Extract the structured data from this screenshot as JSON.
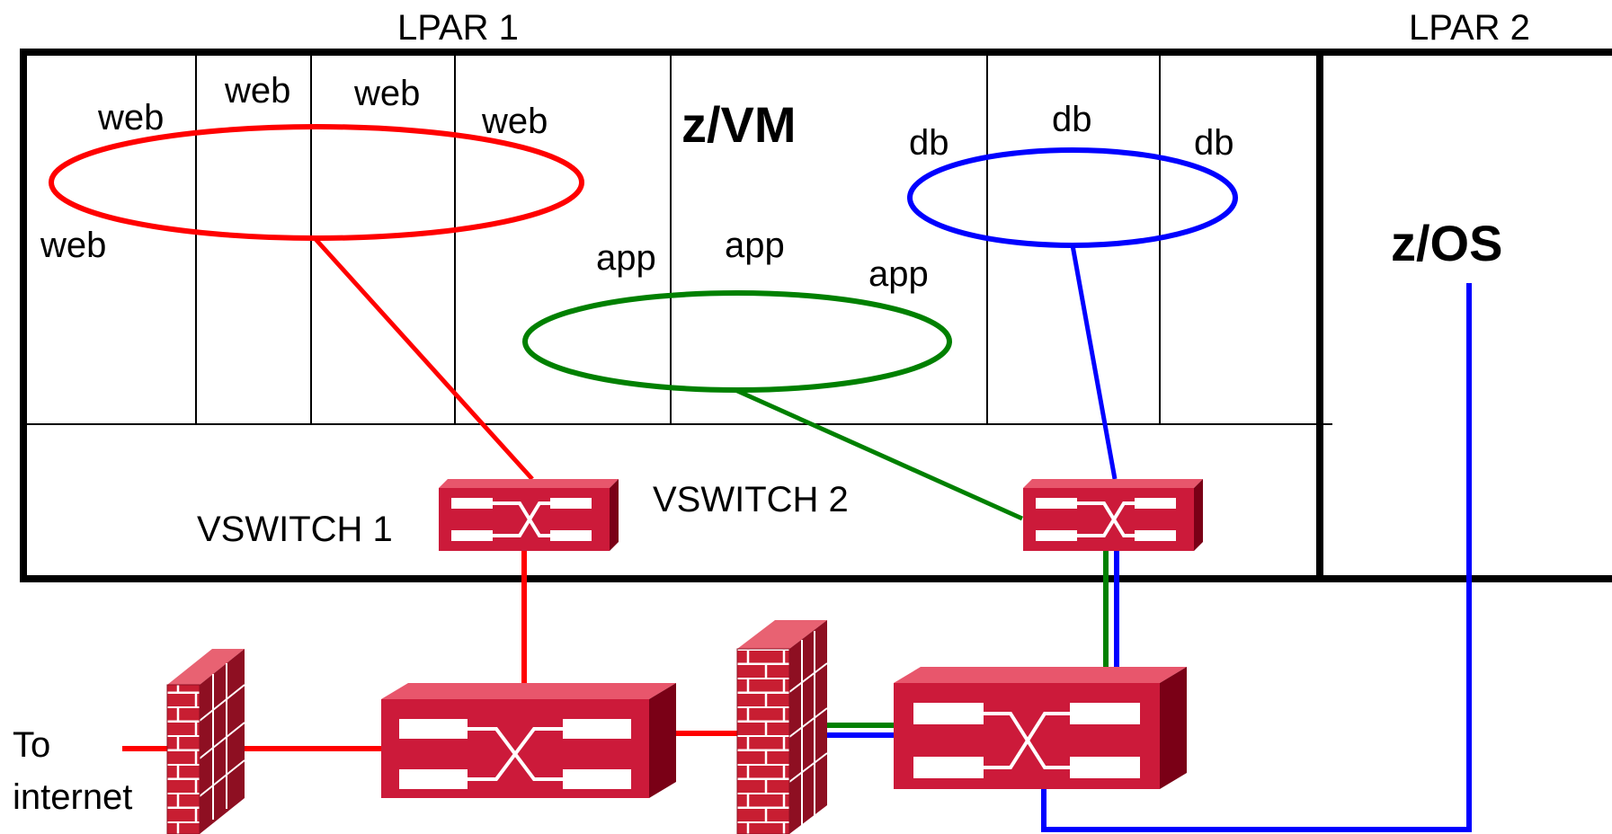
{
  "labels": {
    "lpar1": "LPAR 1",
    "lpar2": "LPAR 2",
    "zvm": "z/VM",
    "zos": "z/OS",
    "vswitch1": "VSWITCH 1",
    "vswitch2": "VSWITCH 2",
    "to": "To",
    "internet": "internet"
  },
  "web_labels": [
    "web",
    "web",
    "web",
    "web",
    "web"
  ],
  "app_labels": [
    "app",
    "app",
    "app"
  ],
  "db_labels": [
    "db",
    "db",
    "db"
  ],
  "colors": {
    "web_net": "#ff0000",
    "app_net": "#008000",
    "db_net": "#0000ff",
    "device_front": "#cc1a3a",
    "device_top": "#e8566c",
    "device_side": "#7a0016",
    "brick": "#c81e32"
  }
}
